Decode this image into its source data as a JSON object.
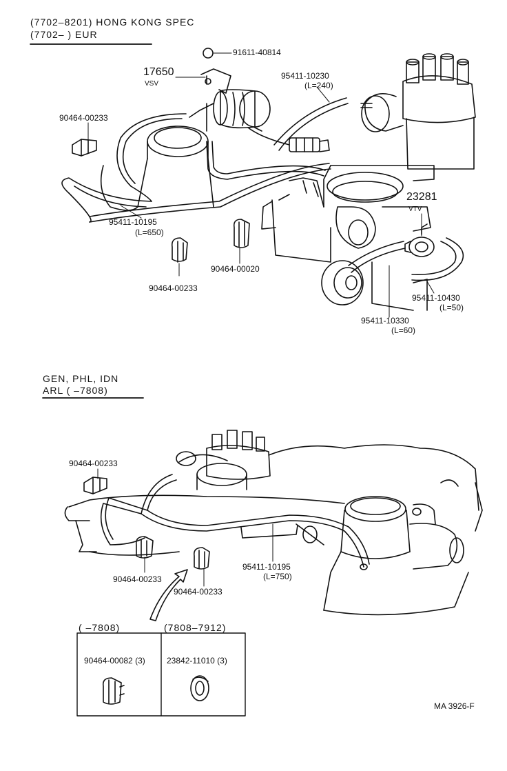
{
  "top_section": {
    "header_line1": "(7702–8201)  HONG  KONG  SPEC",
    "header_line2": "(7702–        )  EUR",
    "parts": {
      "p91611": "91611-40814",
      "p17650": "17650",
      "vsv": "VSV",
      "p95411_10230": "95411-10230",
      "l240": "(L=240)",
      "p90464_00233_a": "90464-00233",
      "p95411_10195": "95411-10195",
      "l650": "(L=650)",
      "p90464_00020": "90464-00020",
      "p90464_00233_b": "90464-00233",
      "p23281": "23281",
      "vtv": "VTV",
      "p95411_10430": "95411-10430",
      "l50": "(L=50)",
      "p95411_10330": "95411-10330",
      "l60": "(L=60)"
    }
  },
  "bottom_section": {
    "header_line1": "GEN, PHL,  IDN",
    "header_line2": "ARL (         –7808)",
    "parts": {
      "p90464_00233_a": "90464-00233",
      "p90464_00233_b": "90464-00233",
      "p90464_00233_c": "90464-00233",
      "p95411_10195": "95411-10195",
      "l750": "(L=750)"
    },
    "table": {
      "col1_header": "(         –7808)",
      "col2_header": "(7808–7912)",
      "col1_part": "90464-00082 (3)",
      "col2_part": "23842-11010 (3)"
    }
  },
  "footer": {
    "code": "MA  3926-F"
  }
}
